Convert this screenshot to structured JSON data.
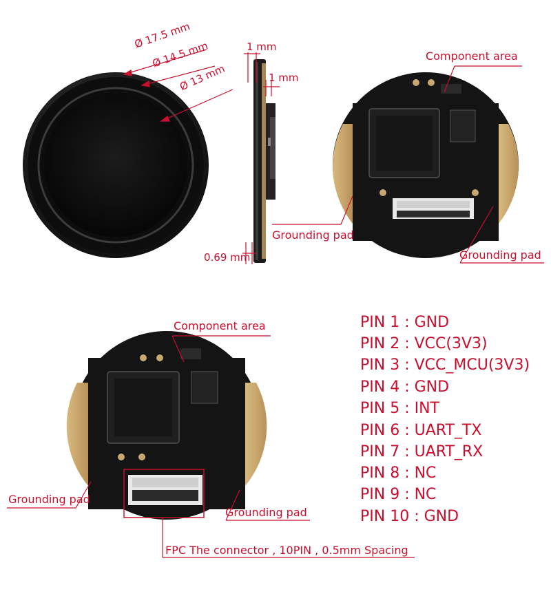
{
  "dimensions": {
    "outer_diameter": "Ø 17.5 mm",
    "middle_diameter": "Ø 14.5 mm",
    "inner_diameter": "Ø 13 mm",
    "side_top": "1 mm",
    "side_second": "1 mm",
    "side_bottom": "0.69 mm"
  },
  "labels": {
    "component_area_top": "Component area",
    "grounding_pad_top_left": "Grounding pad",
    "grounding_pad_top_right": "Grounding pad",
    "component_area_bottom": "Component area",
    "grounding_pad_bottom_left": "Grounding pad",
    "grounding_pad_bottom_right": "Grounding pad",
    "fpc_connector": "FPC The connector , 10PIN , 0.5mm Spacing"
  },
  "pins": [
    "PIN 1 : GND",
    "PIN 2 : VCC(3V3)",
    "PIN 3 : VCC_MCU(3V3)",
    "PIN 4 : GND",
    "PIN 5 : INT",
    "PIN 6 : UART_TX",
    "PIN 7 : UART_RX",
    "PIN 8 : NC",
    "PIN 9 : NC",
    "PIN 10 : GND"
  ],
  "colors": {
    "annotation": "#c8102e",
    "sensor_body": "#111111",
    "pcb_black": "#141414",
    "pad_gold": "#c9a770"
  }
}
